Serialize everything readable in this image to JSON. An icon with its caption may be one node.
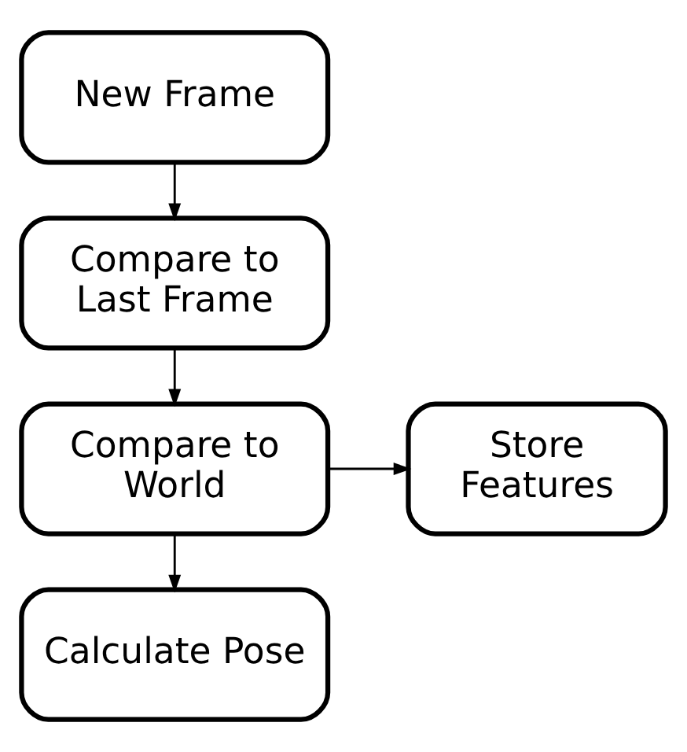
{
  "diagram": {
    "nodes": [
      {
        "text": [
          "New Frame"
        ]
      },
      {
        "text": [
          "Compare to Last Frame"
        ]
      },
      {
        "text": [
          "Compare to World"
        ]
      },
      {
        "text": [
          "Store Features"
        ]
      },
      {
        "text": [
          "Calculate Pose"
        ]
      }
    ],
    "edges": [
      {
        "from": 0,
        "to": 1,
        "arrow": "to"
      },
      {
        "from": 1,
        "to": 2,
        "arrow": "to"
      },
      {
        "from": 2,
        "to": 3,
        "arrow": "to"
      },
      {
        "from": 2,
        "to": 4,
        "arrow": "to"
      }
    ]
  }
}
